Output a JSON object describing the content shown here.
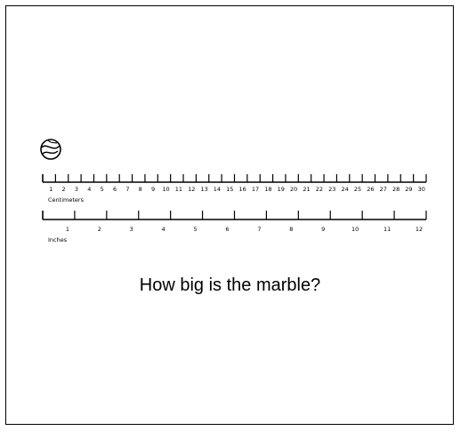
{
  "question": "How big is the marble?",
  "centimeter_ruler": {
    "label": "Centimeters",
    "ticks": [
      "1",
      "2",
      "3",
      "4",
      "5",
      "6",
      "7",
      "8",
      "9",
      "10",
      "11",
      "12",
      "13",
      "14",
      "15",
      "16",
      "17",
      "18",
      "19",
      "20",
      "21",
      "22",
      "23",
      "24",
      "25",
      "26",
      "27",
      "28",
      "29",
      "30"
    ]
  },
  "inch_ruler": {
    "label": "Inches",
    "ticks": [
      "1",
      "2",
      "3",
      "4",
      "5",
      "6",
      "7",
      "8",
      "9",
      "10",
      "11",
      "12"
    ]
  },
  "marble": {
    "icon": "marble-icon"
  }
}
